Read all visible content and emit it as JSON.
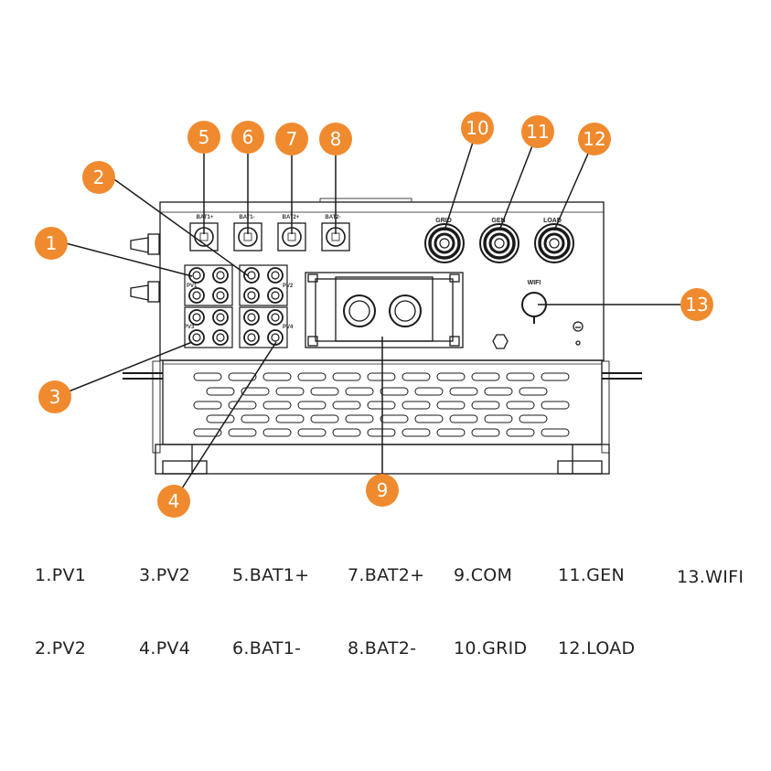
{
  "colors": {
    "accent": "#f08a2e",
    "line": "#1a1a1a"
  },
  "panel_labels": {
    "bat1_pos": "BAT1+",
    "bat1_neg": "BAT1-",
    "bat2_pos": "BAT2+",
    "bat2_neg": "BAT2-",
    "grid": "GRID",
    "gen": "GEN",
    "load": "LOAD",
    "wifi": "WIFI",
    "pv1": "PV1",
    "pv2": "PV2",
    "pv3": "PV3",
    "pv4": "PV4"
  },
  "callouts": [
    "1",
    "2",
    "3",
    "4",
    "5",
    "6",
    "7",
    "8",
    "9",
    "10",
    "11",
    "12",
    "13"
  ],
  "legend": [
    "1.PV1",
    "3.PV2",
    "5.BAT1+",
    "7.BAT2+",
    "9.COM",
    "11.GEN",
    "13.WIFI",
    "2.PV2",
    "4.PV4",
    "6.BAT1-",
    "8.BAT2-",
    "10.GRID",
    "12.LOAD"
  ]
}
